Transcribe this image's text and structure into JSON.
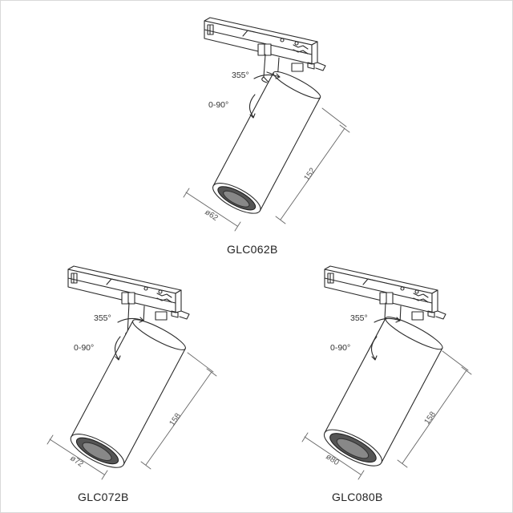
{
  "products": [
    {
      "model": "GLC062B",
      "rotation": "355°",
      "tilt": "0-90°",
      "length": "152",
      "diameter": "ø62"
    },
    {
      "model": "GLC072B",
      "rotation": "355°",
      "tilt": "0-90°",
      "length": "158",
      "diameter": "ø72"
    },
    {
      "model": "GLC080B",
      "rotation": "355°",
      "tilt": "0-90°",
      "length": "158",
      "diameter": "ø80"
    }
  ],
  "colors": {
    "line": "#2b2b2b",
    "dim_line": "#666666",
    "frame": "#d9d9d9"
  },
  "icons": [
    "rotation-arrow-icon",
    "tilt-arrow-icon"
  ]
}
